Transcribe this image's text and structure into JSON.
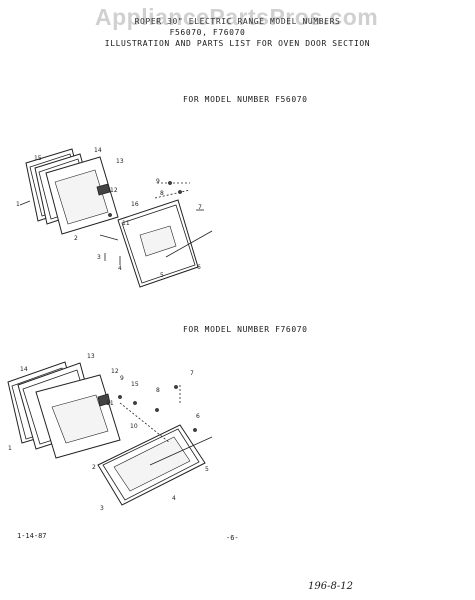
{
  "document": {
    "watermark": "AppliancePartsPros.com",
    "header_line1": "ROPER 30\" ELECTRIC RANGE MODEL NUMBERS",
    "header_line2": "F56070, F76070",
    "header_line3": "ILLUSTRATION AND PARTS LIST FOR OVEN DOOR SECTION",
    "section1_title": "FOR MODEL NUMBER F56070",
    "section2_title": "FOR MODEL NUMBER F76070",
    "footer_date": "1-14-87",
    "page_number": "-6-",
    "handwritten_note": "196-8-12"
  },
  "diagram1": {
    "callouts": [
      "15",
      "14",
      "13",
      "12",
      "11",
      "1",
      "3",
      "2",
      "4",
      "16",
      "9",
      "8",
      "7",
      "6",
      "5"
    ]
  },
  "diagram2": {
    "callouts": [
      "14",
      "13",
      "12",
      "11",
      "1",
      "9",
      "15",
      "8",
      "7",
      "10",
      "6",
      "3",
      "2",
      "4",
      "5"
    ]
  }
}
